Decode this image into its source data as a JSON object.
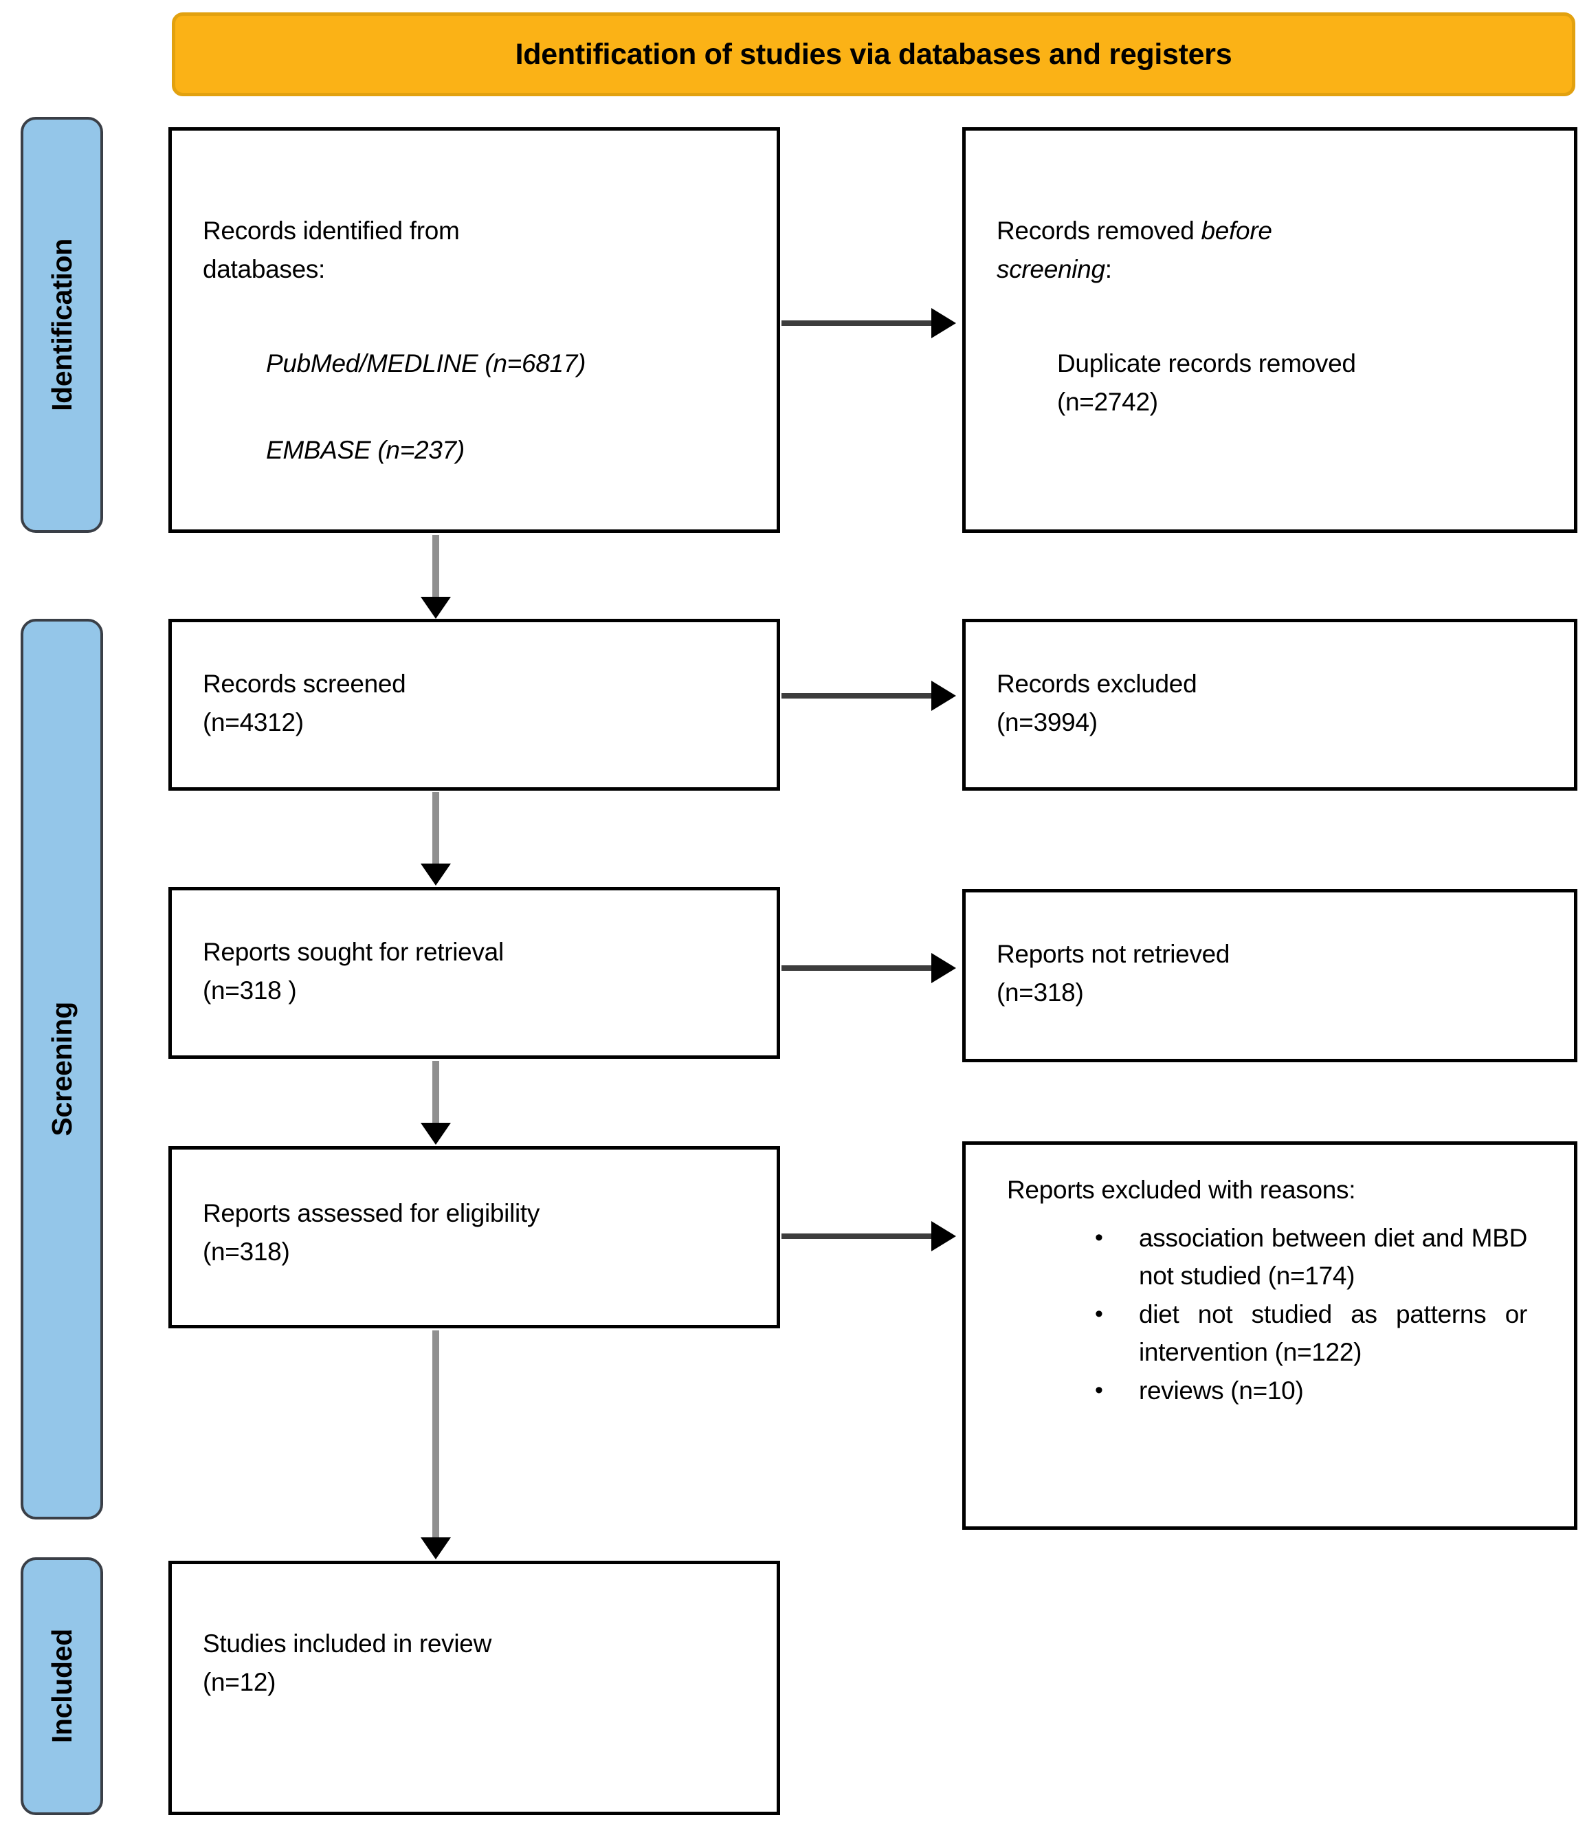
{
  "banner": {
    "title": "Identification of studies via databases and registers"
  },
  "stages": {
    "identification": "Identification",
    "screening": "Screening",
    "included": "Included"
  },
  "boxes": {
    "records_identified": {
      "heading": "Records identified from databases:",
      "sources": [
        "PubMed/MEDLINE (n=6817)",
        "EMBASE (n=237)"
      ]
    },
    "records_removed": {
      "prefix": "Records removed ",
      "italic": "before screening",
      "suffix": ":",
      "detail": "Duplicate records removed (n=2742)"
    },
    "records_screened": {
      "line1": "Records screened",
      "line2": "(n=4312)"
    },
    "records_excluded": {
      "line1": "Records excluded",
      "line2": "(n=3994)"
    },
    "reports_sought": {
      "line1": "Reports sought for retrieval",
      "line2": "(n=318 )"
    },
    "reports_not_retrieved": {
      "line1": "Reports not retrieved",
      "line2": "(n=318)"
    },
    "reports_assessed": {
      "line1": "Reports assessed for eligibility",
      "line2": "(n=318)"
    },
    "reports_excluded": {
      "heading": "Reports excluded with reasons:",
      "bullet": "•",
      "reasons": [
        "association between diet and MBD not studied (n=174)",
        "diet not studied as patterns or intervention (n=122)",
        "reviews (n=10)"
      ]
    },
    "studies_included": {
      "line1": "Studies included in review",
      "line2": "(n=12)"
    }
  },
  "colors": {
    "banner_fill": "#FBB216",
    "banner_border": "#E2A10F",
    "stage_fill": "#94C6E9",
    "box_border": "#000000",
    "arrow_line": "#3D3D3D",
    "arrowhead": "#000000"
  }
}
